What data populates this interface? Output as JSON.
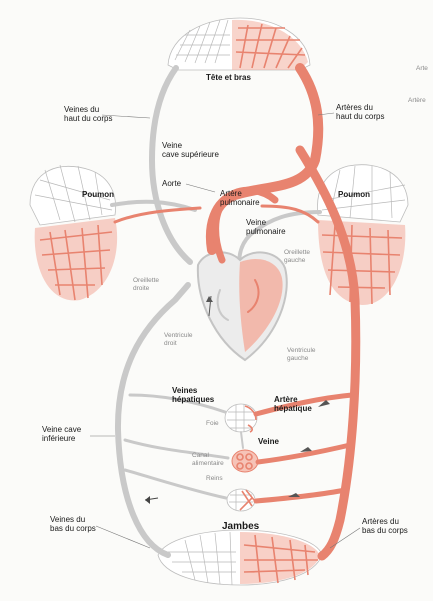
{
  "labels": {
    "tete_bras": "Tête et bras",
    "veines_haut_l1": "Veines du",
    "veines_haut_l2": "haut du corps",
    "arteres_haut_l1": "Artères du",
    "arteres_haut_l2": "haut du corps",
    "veine_cave_sup_l1": "Veine",
    "veine_cave_sup_l2": "cave supérieure",
    "aorte": "Aorte",
    "artere_pulm_l1": "Artère",
    "artere_pulm_l2": "pulmonaire",
    "poumon_left": "Poumon",
    "poumon_right": "Poumon",
    "veine_pulm_l1": "Veine",
    "veine_pulm_l2": "pulmonaire",
    "oreillette_droite_l1": "Oreillette",
    "oreillette_droite_l2": "droite",
    "oreillette_gauche_l1": "Oreillette",
    "oreillette_gauche_l2": "gauche",
    "ventricule_droit_l1": "Ventricule",
    "ventricule_droit_l2": "droit",
    "ventricule_gauche_l1": "Ventricule",
    "ventricule_gauche_l2": "gauche",
    "veines_hep_l1": "Veines",
    "veines_hep_l2": "hépatiques",
    "artere_hep_l1": "Artère",
    "artere_hep_l2": "hépatique",
    "foie": "Foie",
    "veine_cave_inf_l1": "Veine cave",
    "veine_cave_inf_l2": "inférieure",
    "veine": "Veine",
    "canal_l1": "Canal",
    "canal_l2": "alimentaire",
    "reins": "Reins",
    "jambes": "Jambes",
    "veines_bas_l1": "Veines du",
    "veines_bas_l2": "bas du corps",
    "arteres_bas_l1": "Artères du",
    "arteres_bas_l2": "bas du corps",
    "edge_top": "Arte",
    "edge_mid": "Artère"
  },
  "colors": {
    "artery": "#e8836f",
    "vein": "#c9c9c9"
  }
}
